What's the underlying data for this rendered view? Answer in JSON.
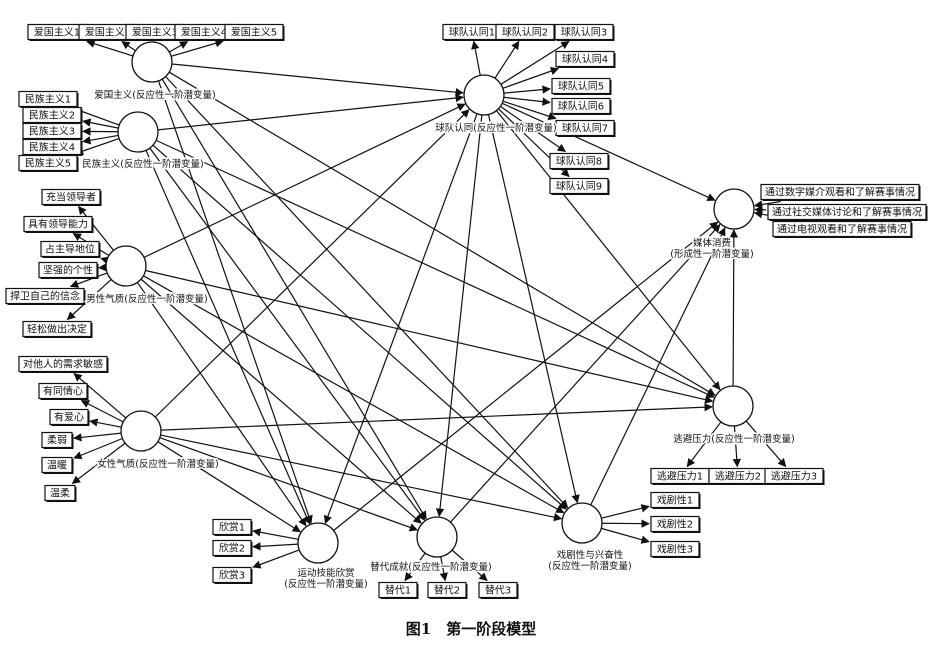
{
  "caption": "图1　第一阶段模型",
  "constructs": {
    "patriotism": {
      "label": "爱国主义(反应性一阶潜变量)",
      "sublabel": ""
    },
    "nationalism": {
      "label": "民族主义(反应性一阶潜变量)",
      "sublabel": ""
    },
    "masculinity": {
      "label": "男性气质(反应性一阶潜变量)",
      "sublabel": ""
    },
    "femininity": {
      "label": "女性气质(反应性一阶潜变量)",
      "sublabel": ""
    },
    "team_identity": {
      "label": "球队认同(反应性一阶潜变量)",
      "sublabel": ""
    },
    "media_consumption": {
      "label": "媒体消费",
      "sublabel": "(形成性一阶潜变量)"
    },
    "escape_stress": {
      "label": "逃避压力(反应性一阶潜变量)",
      "sublabel": ""
    },
    "sport_skill": {
      "label": "运动技能欣赏",
      "sublabel": "(反应性一阶潜变量)"
    },
    "vicarious": {
      "label": "替代成就(反应性一阶潜变量)",
      "sublabel": ""
    },
    "drama": {
      "label": "戏剧性与兴奋性",
      "sublabel": "(反应性一阶潜变量)"
    }
  },
  "indicators": {
    "patriotism": [
      "爱国主义1",
      "爱国主义2",
      "爱国主义3",
      "爱国主义4",
      "爱国主义5"
    ],
    "nationalism": [
      "民族主义1",
      "民族主义2",
      "民族主义3",
      "民族主义4",
      "民族主义5"
    ],
    "masculinity": [
      "充当领导者",
      "具有领导能力",
      "占主导地位",
      "坚强的个性",
      "捍卫自己的信念",
      "轻松做出决定"
    ],
    "femininity": [
      "对他人的需求敏感",
      "有同情心",
      "有爱心",
      "柔弱",
      "温暖",
      "温柔"
    ],
    "team_identity": [
      "球队认同1",
      "球队认同2",
      "球队认同3",
      "球队认同4",
      "球队认同5",
      "球队认同6",
      "球队认同7",
      "球队认同8",
      "球队认同9"
    ],
    "media_consumption": [
      "通过数字媒介观看和了解赛事情况",
      "通过社交媒体讨论和了解赛事情况",
      "通过电视观看和了解赛事情况"
    ],
    "escape_stress": [
      "逃避压力1",
      "逃避压力2",
      "逃避压力3"
    ],
    "sport_skill": [
      "欣赏1",
      "欣赏2",
      "欣赏3"
    ],
    "vicarious": [
      "替代1",
      "替代2",
      "替代3"
    ],
    "drama": [
      "戏剧性1",
      "戏剧性2",
      "戏剧性3"
    ]
  }
}
